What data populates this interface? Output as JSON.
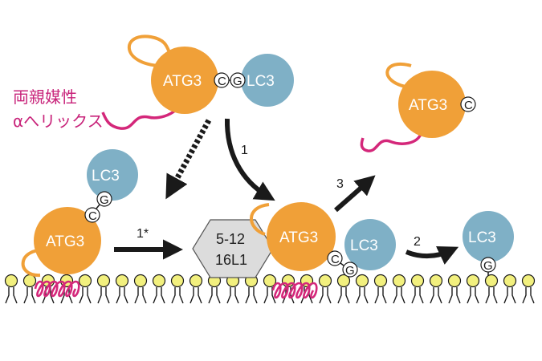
{
  "colors": {
    "atg3": "#f0a038",
    "lc3": "#7fb0c6",
    "helix": "#d4277a",
    "lipid_head": "#f2f07e",
    "hex_fill": "#dcdcdc",
    "arrow": "#1a1a1a"
  },
  "labels": {
    "atg3": "ATG3",
    "lc3": "LC3",
    "cys": "C",
    "gly": "G",
    "helix_line1": "両親媒性",
    "helix_line2": "αへリックス",
    "hex_line1": "5-12",
    "hex_line2": "16L1",
    "step1": "1",
    "step1_star": "1*",
    "step2": "2",
    "step3": "3"
  }
}
